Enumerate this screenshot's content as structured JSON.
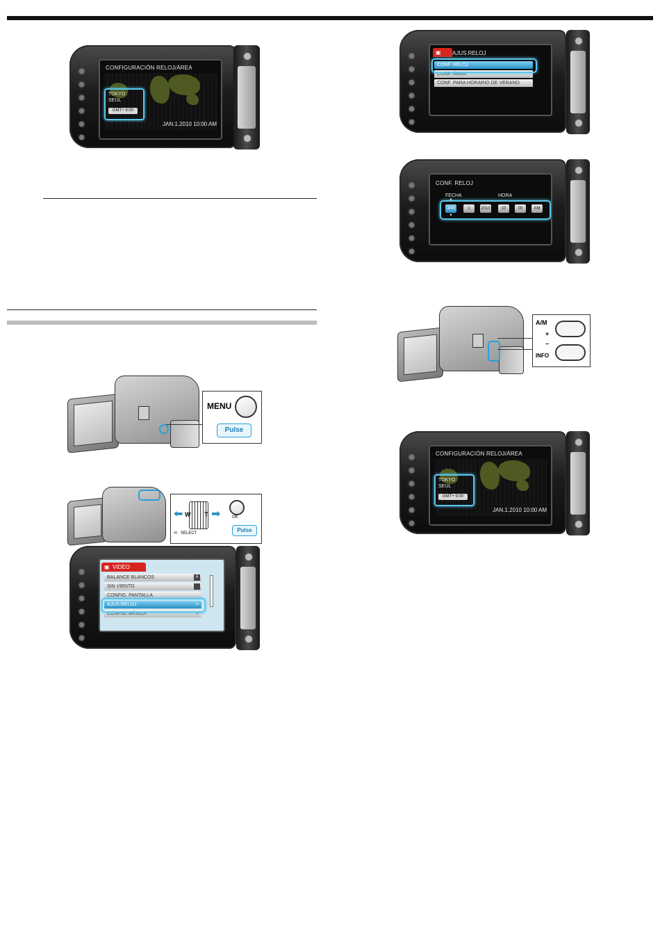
{
  "panels": {
    "world_clock_1": {
      "title": "CONFIGURACIÓN RELOJ/ÁREA",
      "city1": "TOKYO",
      "city2": "SEUL",
      "gmt": "GMT+ 9:00",
      "datetime": "JAN.1.2010 10:00 AM"
    },
    "world_clock_2": {
      "title": "CONFIGURACIÓN RELOJ/ÁREA",
      "city1": "TOKYO",
      "city2": "SEUL",
      "gmt": "GMT+ 9:00",
      "datetime": "JAN.1.2010 10:00 AM"
    },
    "clock_menu": {
      "header": "AJUS.RELOJ",
      "items": [
        "CONF. RELOJ",
        "CONF. ÁREA",
        "CONF. PARA HORARIO DE VERANO"
      ]
    },
    "clock_set": {
      "title": "CONF. RELOJ",
      "date_label": "FECHA",
      "time_label": "HORA",
      "fields": [
        "JAN",
        "1",
        "2010",
        "10",
        "00",
        "AM"
      ]
    },
    "video_menu": {
      "header": "VIDEO",
      "items": [
        "BALANCE BLANCOS",
        "SIN VIENTO",
        "CONFIG. PANTALLA",
        "AJUS.RELOJ",
        "CONFIG. BÁSICA"
      ],
      "badges": [
        "A",
        "",
        "",
        ">",
        ">"
      ]
    }
  },
  "callouts": {
    "menu_button": {
      "label": "MENU",
      "pulse": "Pulse"
    },
    "zoom_lever": {
      "w": "W",
      "t": "T",
      "select": "SELECT",
      "ok": "OK",
      "pulse": "Pulse"
    },
    "side_buttons": {
      "top": "A/M",
      "plus": "+",
      "minus": "–",
      "bottom": "INFO"
    }
  }
}
